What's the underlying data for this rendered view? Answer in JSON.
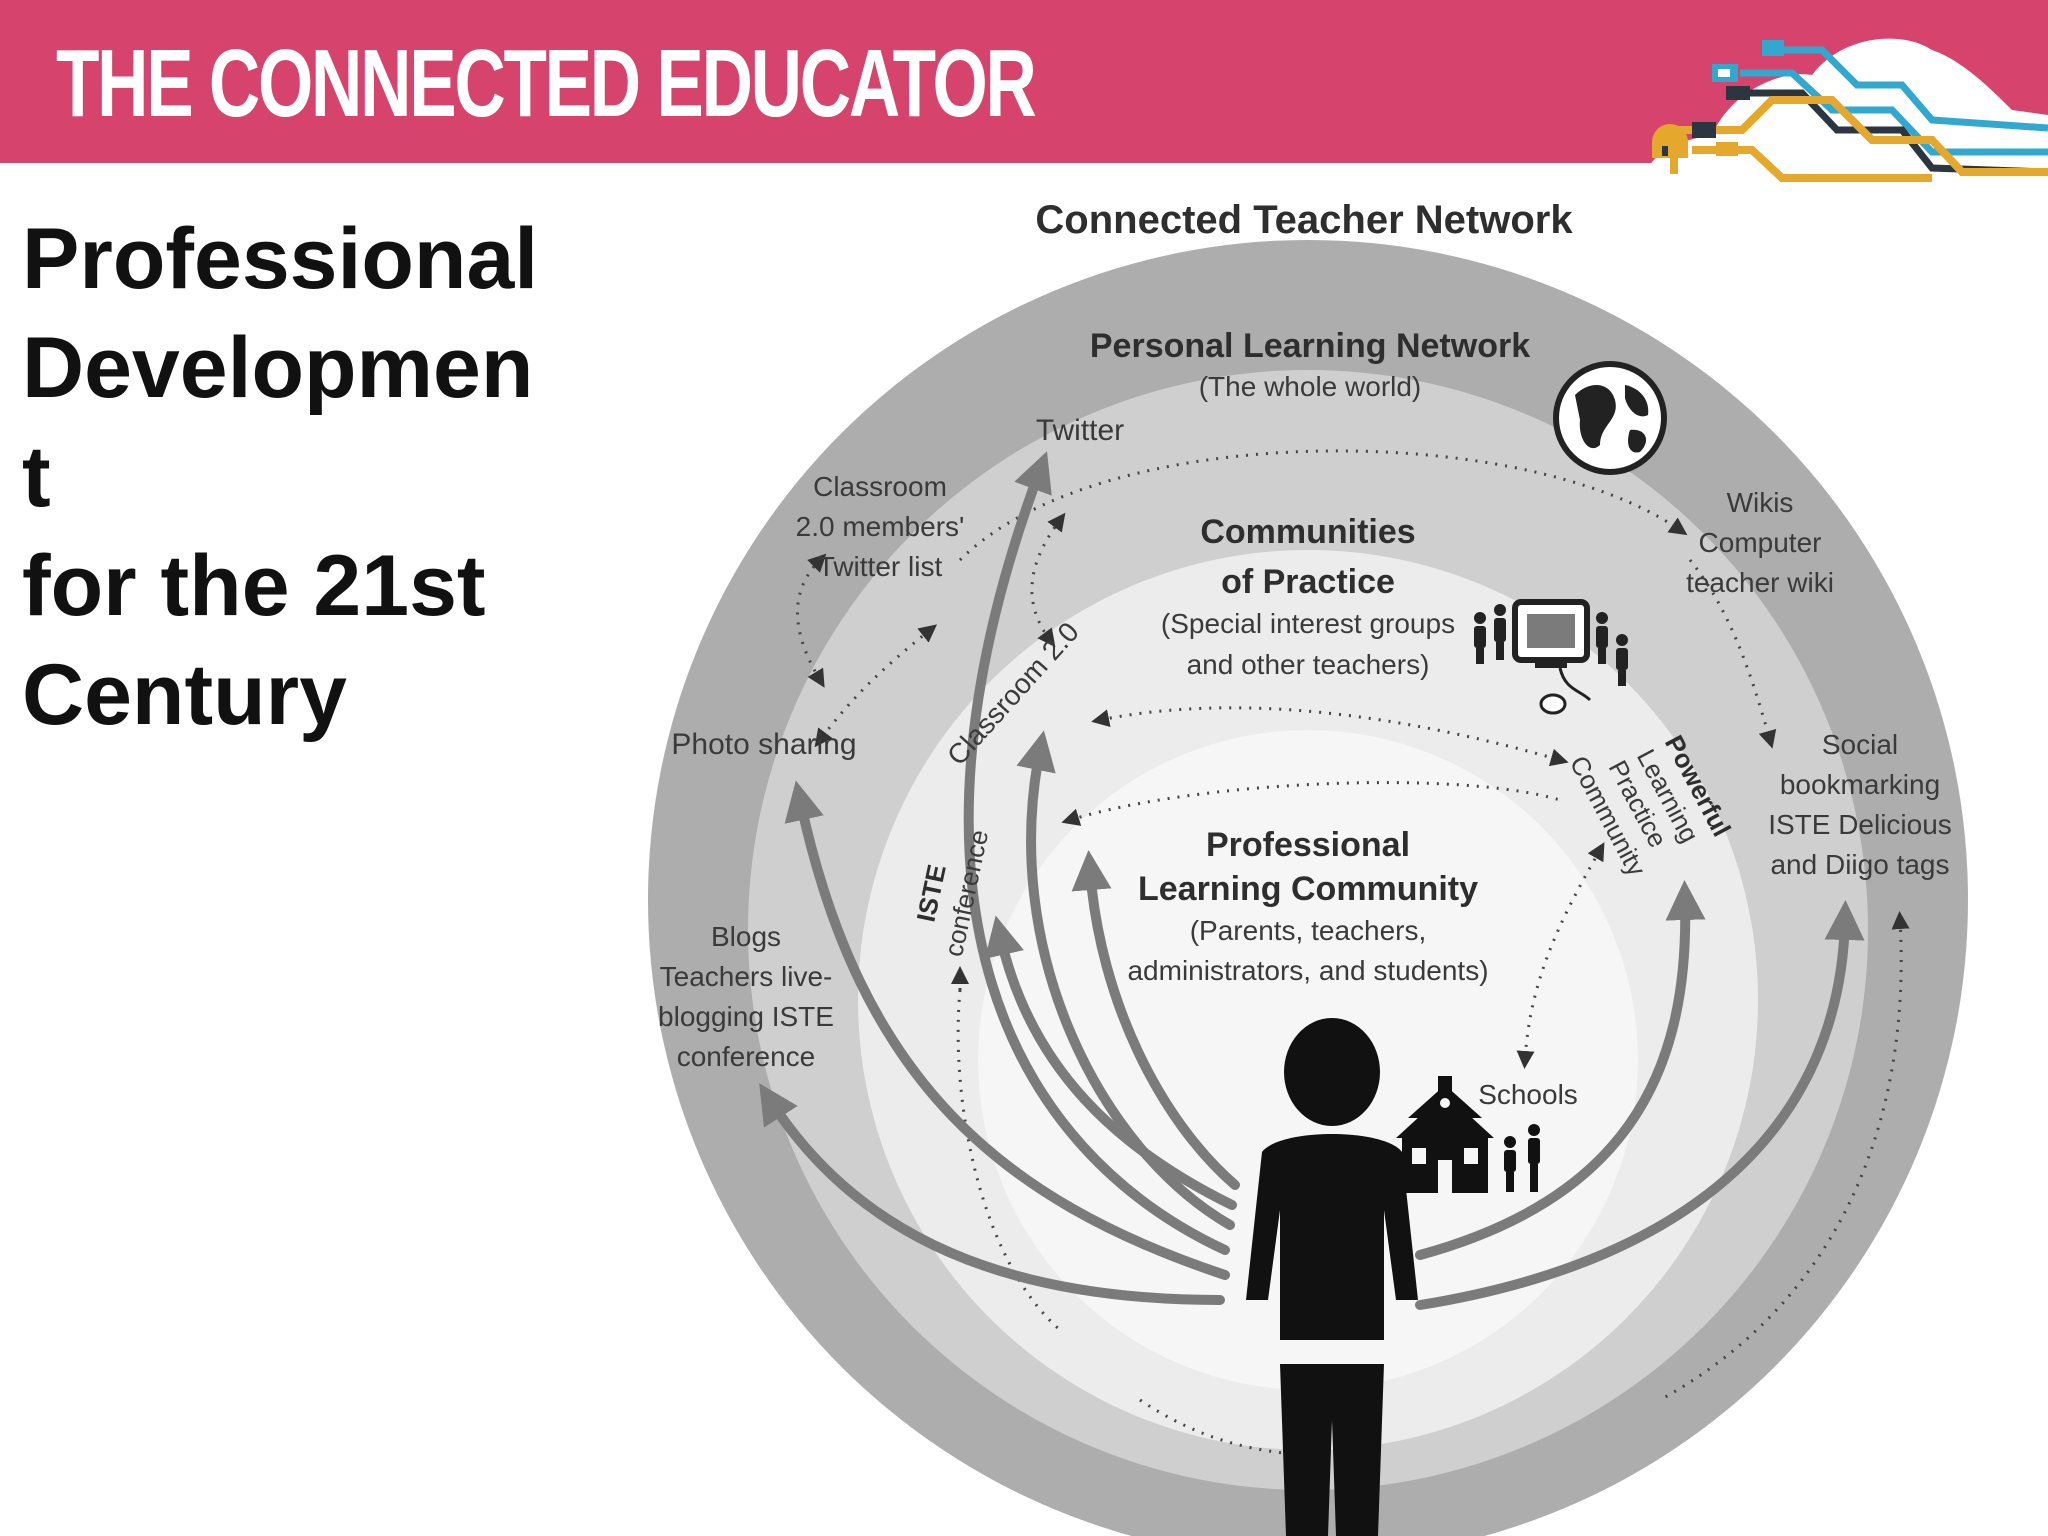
{
  "header": {
    "title": "THE CONNECTED EDUCATOR"
  },
  "heading": {
    "lines": [
      "Professional",
      "Developmen",
      "t",
      "for the 21st",
      "Century"
    ]
  },
  "diagram": {
    "title": "Connected Teacher Network",
    "rings": {
      "outer_title": "Personal Learning Network",
      "outer_sub": "(The whole world)",
      "middle_title_1": "Communities",
      "middle_title_2": "of Practice",
      "middle_sub_1": "(Special interest groups",
      "middle_sub_2": "and other teachers)",
      "inner_title_1": "Professional",
      "inner_title_2": "Learning Community",
      "inner_sub_1": "(Parents, teachers,",
      "inner_sub_2": "administrators, and students)"
    },
    "labels": {
      "twitter": "Twitter",
      "classroom_list_1": "Classroom",
      "classroom_list_2": "2.0 members'",
      "classroom_list_3": "Twitter list",
      "photo_sharing": "Photo sharing",
      "blogs_1": "Blogs",
      "blogs_2": "Teachers live-",
      "blogs_3": "blogging ISTE",
      "blogs_4": "conference",
      "wikis_1": "Wikis",
      "wikis_2": "Computer",
      "wikis_3": "teacher wiki",
      "social_1": "Social",
      "social_2": "bookmarking",
      "social_3": "ISTE Delicious",
      "social_4": "and Diigo tags",
      "classroom20": "Classroom 2.0",
      "iste_1": "ISTE",
      "iste_2": "conference",
      "plpc_1": "Powerful",
      "plpc_2": "Learning",
      "plpc_3": "Practice",
      "plpc_4": "Community",
      "schools": "Schools"
    },
    "colors": {
      "outer_ring": "#adadad",
      "middle_ring": "#cfcfcf",
      "inner_ring": "#ececec",
      "center": "#f6f6f6",
      "arrow": "#7b7b7b",
      "figure": "#111111"
    },
    "icons": [
      "globe-icon",
      "computer-icon",
      "people-icon",
      "school-icon",
      "teacher-figure"
    ]
  },
  "theme": {
    "header_color": "#d6446e"
  }
}
